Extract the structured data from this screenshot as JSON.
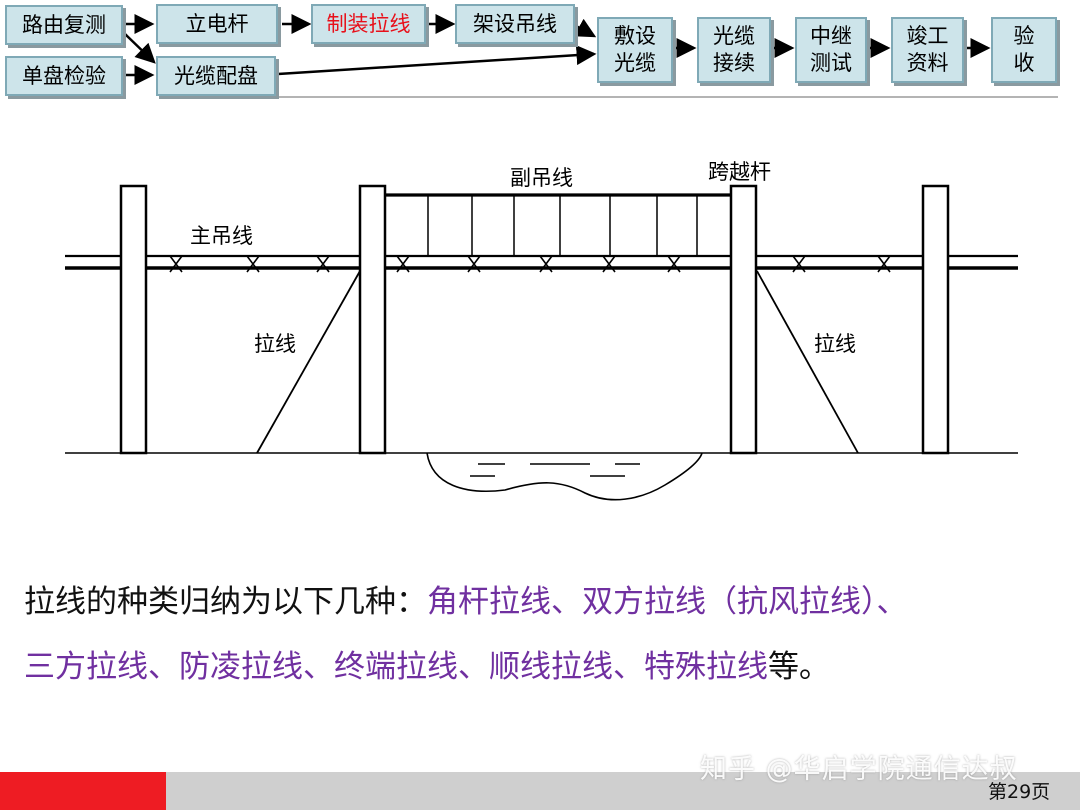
{
  "flowchart": {
    "steps": {
      "route_review": "路由复测",
      "single_reel_check": "单盘检验",
      "erect_poles": "立电杆",
      "cable_allocation": "光缆配盘",
      "stay_wire": "制装拉线",
      "messenger_wire": "架设吊线",
      "lay_cable": "敷设\n光缆",
      "splice_cable": "光缆\n接续",
      "relay_test": "中继\n测试",
      "completion_docs": "竣工\n资料",
      "acceptance": "验\n收"
    },
    "highlight_color": "#e8101a"
  },
  "diagram": {
    "labels": {
      "sub_messenger": "副吊线",
      "crossing_pole": "跨越杆",
      "main_messenger": "主吊线",
      "stay_left": "拉线",
      "stay_right": "拉线"
    }
  },
  "summary": {
    "line1_prefix": "拉线的种类归纳为以下几种：",
    "line1_highlight": "角杆拉线、双方拉线（抗风拉线）、",
    "line2_highlight": "三方拉线、防凌拉线、终端拉线、顺线拉线、特殊拉线",
    "line2_suffix": "等。",
    "highlight_color": "#7030a0"
  },
  "footer": {
    "page_number": "第29页",
    "watermark": "知乎 @华启学院通信达叔"
  }
}
